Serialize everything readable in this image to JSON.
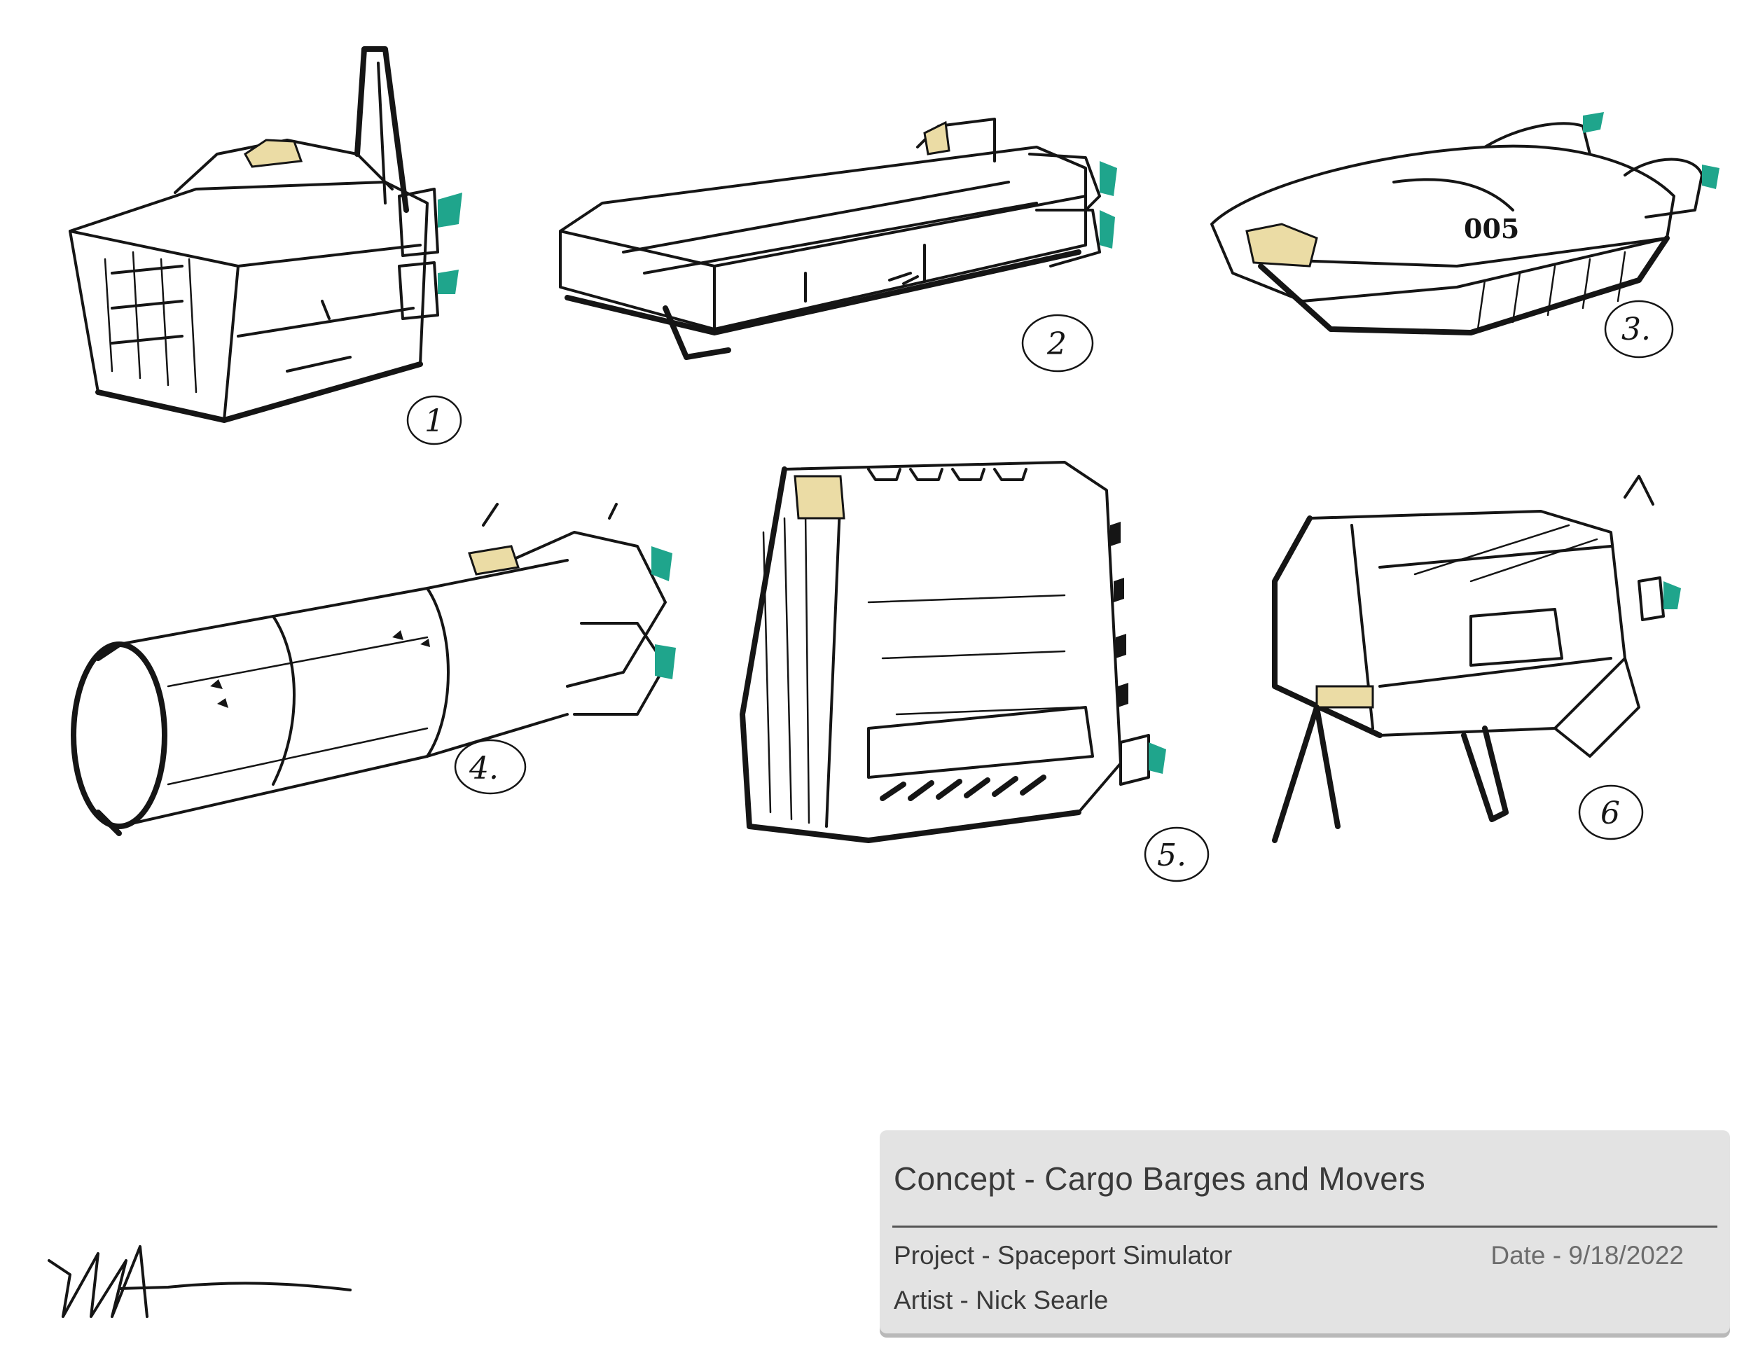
{
  "title_block": {
    "title": "Concept - Cargo Barges and Movers",
    "project": "Project - Spaceport Simulator",
    "date": "Date - 9/18/2022",
    "artist": "Artist - Nick Searle"
  },
  "sketches": [
    {
      "number": "1",
      "hull_code": ""
    },
    {
      "number": "2",
      "hull_code": ""
    },
    {
      "number": "3.",
      "hull_code": "005"
    },
    {
      "number": "4.",
      "hull_code": ""
    },
    {
      "number": "5.",
      "hull_code": ""
    },
    {
      "number": "6",
      "hull_code": ""
    }
  ],
  "colors": {
    "ink": "#151515",
    "engine_glow": "#1fa58c",
    "cockpit_glass": "#ebdca5",
    "title_block_bg": "#e3e3e3",
    "title_text": "#3a3a3a"
  },
  "signature": "Nick Searle"
}
